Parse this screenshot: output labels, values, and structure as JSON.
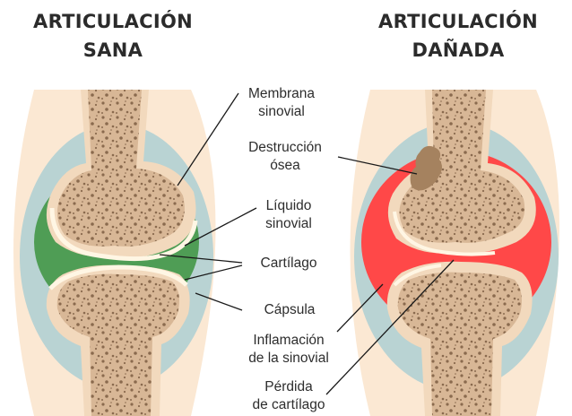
{
  "titles": {
    "left": {
      "line1": "ARTICULACIÓN",
      "line2": "SANA"
    },
    "right": {
      "line1": "ARTICULACIÓN",
      "line2": "DAÑADA"
    }
  },
  "labels": {
    "membrana": {
      "line1": "Membrana",
      "line2": "sinovial"
    },
    "destruccion": {
      "line1": "Destrucción",
      "line2": "ósea"
    },
    "liquido": {
      "line1": "Líquido",
      "line2": "sinovial"
    },
    "cartilago": "Cartílago",
    "capsula": "Cápsula",
    "inflamacion": {
      "line1": "Inflamación",
      "line2": "de la sinovial"
    },
    "perdida": {
      "line1": "Pérdida",
      "line2": "de cartílago"
    }
  },
  "colors": {
    "skin": "#fbe8d3",
    "capsule": "#b9d3d3",
    "synovial_fluid_healthy": "#4f9d55",
    "synovium_inflamed": "#ff4848",
    "bone": "#f2d9bd",
    "bone_interior": "#d7b595",
    "cartilage": "#fff6e4",
    "bone_destruction": "#a5825f",
    "leader_lines": "#1a1a1a"
  }
}
